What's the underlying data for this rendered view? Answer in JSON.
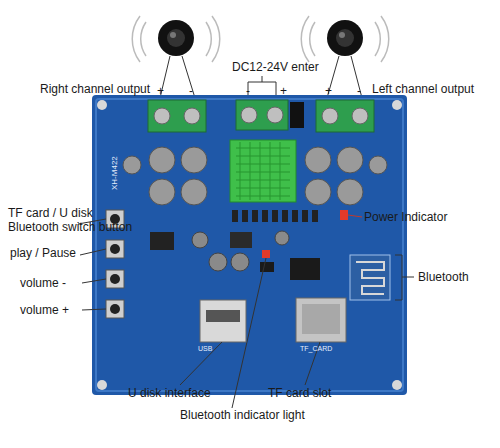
{
  "diagram": {
    "labels": [
      "Right channel output",
      "DC12-24V enter",
      "Left channel output",
      "Power Indicator",
      "Bluetooth",
      "TF card / U disk Bluetooth switch button",
      "play / Pause",
      "volume -",
      "volume +",
      "U disk interface",
      "TF card slot",
      "Bluetooth indicator light",
      "+",
      "-",
      "-",
      "+",
      "+",
      "-",
      "XH-M422",
      "USB",
      "TF_CARD"
    ]
  }
}
